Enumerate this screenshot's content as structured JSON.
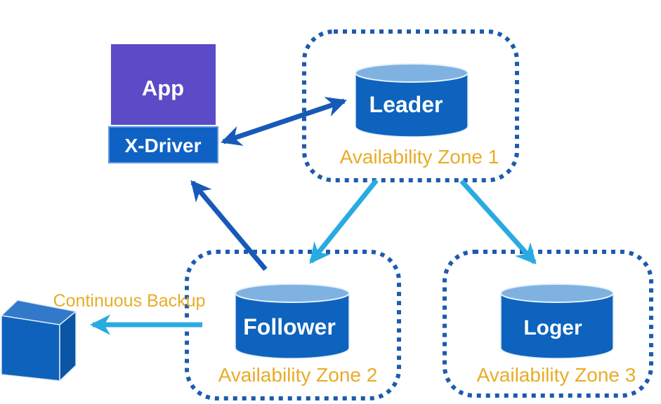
{
  "diagram": {
    "app": {
      "label": "App"
    },
    "xdriver": {
      "label": "X-Driver"
    },
    "zones": [
      {
        "label": "Availability Zone 1",
        "db": "Leader"
      },
      {
        "label": "Availability Zone 2",
        "db": "Follower"
      },
      {
        "label": "Availability Zone 3",
        "db": "Loger"
      }
    ],
    "backup_label": "Continuous Backup",
    "colors": {
      "app_purple": "#5b4bc7",
      "driver_blue": "#0f62c4",
      "cylinder_blue": "#0d63be",
      "cylinder_top_blue": "#7fb2e0",
      "zone_border_blue": "#1d5bad",
      "dark_arrow_blue": "#1759b8",
      "cyan_arrow": "#29abe2",
      "gold_label": "#e8ac28",
      "cube_top": "#3379ca",
      "cube_front": "#0f62bc",
      "cube_right": "#0a55a6"
    }
  }
}
